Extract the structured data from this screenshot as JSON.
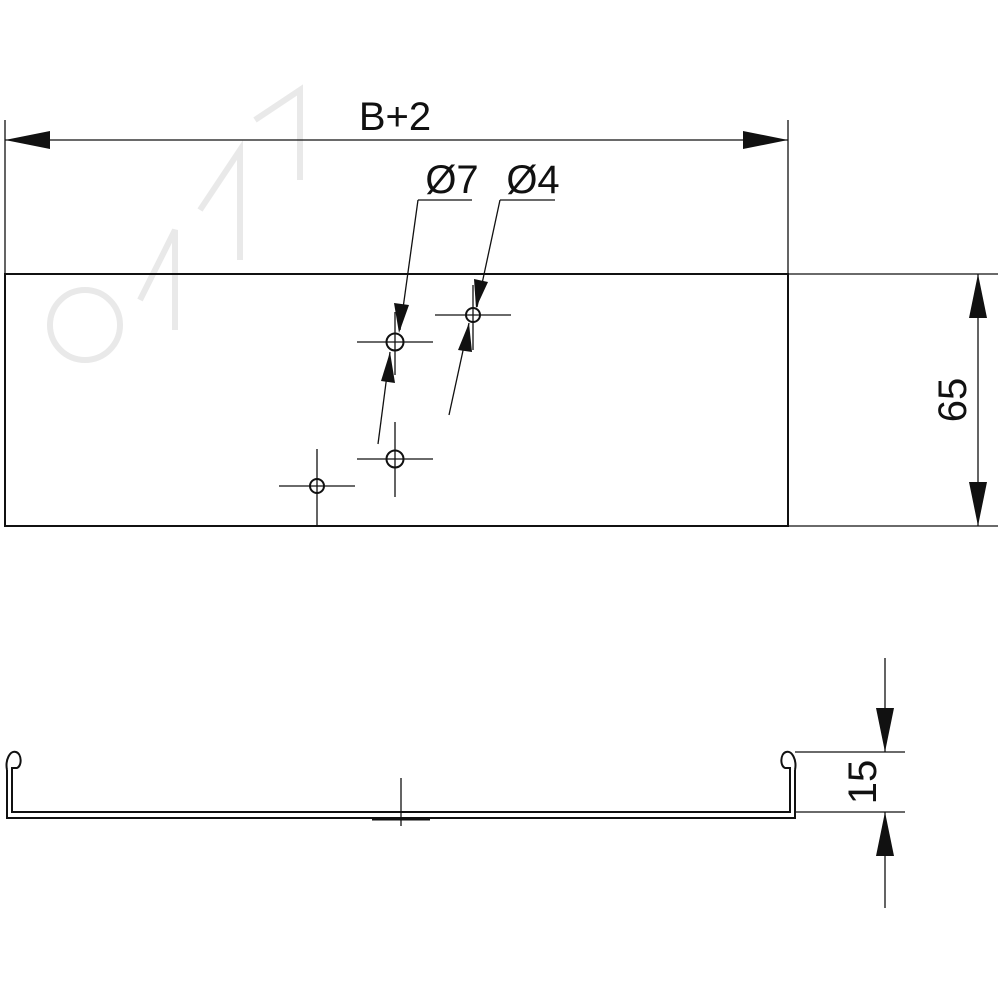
{
  "drawing": {
    "width_dimension": "B+2",
    "hole_large_diameter": "Ø7",
    "hole_small_diameter": "Ø4",
    "height_dimension": "65",
    "flange_height_dimension": "15"
  },
  "colors": {
    "line": "#111111",
    "background": "#ffffff",
    "watermark": "#e9e9e9"
  }
}
